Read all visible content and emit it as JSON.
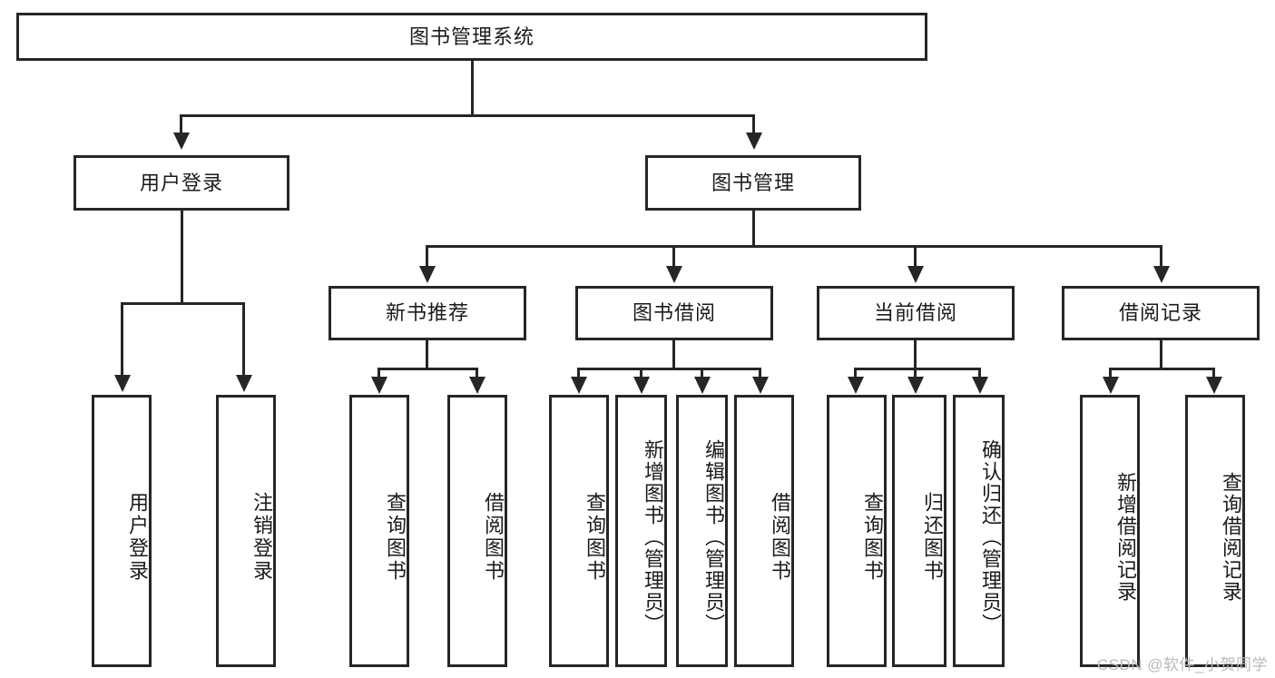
{
  "diagram": {
    "type": "tree",
    "title": "图书管理系统",
    "root": {
      "label": "图书管理系统"
    },
    "level2": [
      {
        "label": "用户登录"
      },
      {
        "label": "图书管理"
      }
    ],
    "level3": [
      {
        "label": "新书推荐"
      },
      {
        "label": "图书借阅"
      },
      {
        "label": "当前借阅"
      },
      {
        "label": "借阅记录"
      }
    ],
    "leaves": {
      "user_login": [
        {
          "label": "用户登录"
        },
        {
          "label": "注销登录"
        }
      ],
      "new_book_recommend": [
        {
          "label": "查询图书"
        },
        {
          "label": "借阅图书"
        }
      ],
      "book_borrow": [
        {
          "label": "查询图书"
        },
        {
          "label": "新增图书（管理员）"
        },
        {
          "label": "编辑图书（管理员）"
        },
        {
          "label": "借阅图书"
        }
      ],
      "current_borrow": [
        {
          "label": "查询图书"
        },
        {
          "label": "归还图书"
        },
        {
          "label": "确认归还（管理员）"
        }
      ],
      "borrow_record": [
        {
          "label": "新增借阅记录"
        },
        {
          "label": "查询借阅记录"
        }
      ]
    }
  },
  "watermark": {
    "text": "CSDN @软件_小贺同学"
  },
  "colors": {
    "stroke": "#262626",
    "text": "#1b1b1b",
    "background": "#ffffff",
    "watermark": "#b9b9b9"
  }
}
